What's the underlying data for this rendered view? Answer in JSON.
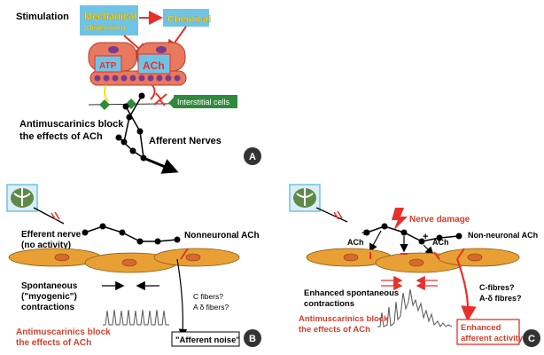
{
  "panel_a": {
    "stimulation": "Stimulation",
    "mechanical": "Mechanical",
    "distension": "(Distension)",
    "chemical": "Chemical",
    "atp": "ATP",
    "ach": "ACh",
    "interstitial": "Interstitial cells",
    "antimusc_line1": "Antimuscarinics block",
    "antimusc_line2": "the effects of ACh",
    "afferent": "Afferent  Nerves",
    "badge": "A"
  },
  "panel_b": {
    "efferent_line1": "Efferent nerve",
    "efferent_line2": "(no activity)",
    "nonneuronal": "Nonneuronal ACh",
    "spont_line1": "Spontaneous",
    "spont_line2": "(\"myogenic\")",
    "spont_line3": "contractions",
    "cfibers": "C fibers?",
    "adelta": "A δ fibers?",
    "antimusc_line1": "Antimuscarinics block",
    "antimusc_line2": "the effects of ACh",
    "afferent_noise": "\"Afferent noise\"",
    "badge": "B"
  },
  "panel_c": {
    "nerve_damage": "Nerve damage",
    "ach_left": "ACh",
    "ach_right": "ACh",
    "plus": "+",
    "nonneuronal": "Non-neuronal ACh",
    "enh_line1": "Enhanced spontaneous",
    "enh_line2": "contractions",
    "cfibres": "C-fibres?",
    "adelta": "A-δ fibres?",
    "antimusc_line1": "Antimuscarinics block",
    "antimusc_line2": "the effects of ACh",
    "enh_aff_line1": "Enhanced",
    "enh_aff_line2": "afferent activity",
    "badge": "C"
  },
  "colors": {
    "cell_orange": "#e8a035",
    "urothelium_red": "#e25a4c",
    "box_blue": "#6fc4e6",
    "label_yellow": "#f5e31a",
    "arrow_red": "#e8302a",
    "interstitial_green": "#2f8a3c",
    "text_red": "#d2402c"
  }
}
